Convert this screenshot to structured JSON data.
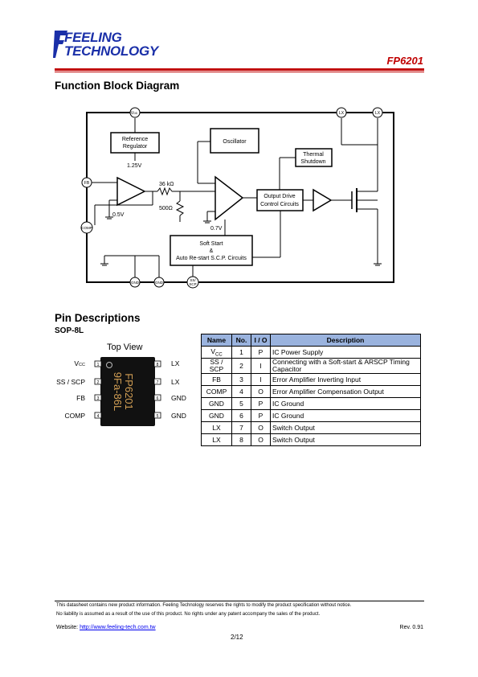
{
  "header": {
    "logo_line1": "FEELING",
    "logo_line2": "TECHNOLOGY",
    "part_number": "FP6201",
    "brand_color": "#1a2fa8",
    "accent_color": "#c00000"
  },
  "block_diagram": {
    "title": "Function Block Diagram",
    "pins": {
      "vdd": "V",
      "vdd_sub": "DD",
      "lx1": "LX",
      "lx2": "LX",
      "fb": "FB",
      "comp": "COMP",
      "gnd1": "GND",
      "gnd2": "GND",
      "ss1": "SS/",
      "ss2": "SCP"
    },
    "blocks": {
      "reference_regulator_1": "Reference",
      "reference_regulator_2": "Regulator",
      "oscillator": "Oscillator",
      "thermal_1": "Thermal",
      "thermal_2": "Shutdown",
      "output_drive_1": "Output Drive",
      "output_drive_2": "Control Circuits",
      "soft_start_1": "Soft Start",
      "soft_start_2": "&",
      "soft_start_3": "Auto Re-start S.C.P. Circuits"
    },
    "labels": {
      "vref": "1.25V",
      "r1": "36 kΩ",
      "r2": "500Ω",
      "v05": "0.5V",
      "v07": "0.7V"
    }
  },
  "pin_descriptions": {
    "title": "Pin Descriptions",
    "package": "SOP-8L",
    "top_view": "Top View",
    "chip_marking_1": "FP6201",
    "chip_marking_2": "9Fa-86L",
    "left_pins": [
      {
        "label": "V",
        "sub": "CC",
        "num": "1"
      },
      {
        "label": "SS / SCP",
        "num": "2"
      },
      {
        "label": "FB",
        "num": "3"
      },
      {
        "label": "COMP",
        "num": "4"
      }
    ],
    "right_pins": [
      {
        "label": "LX",
        "num": "8"
      },
      {
        "label": "LX",
        "num": "7"
      },
      {
        "label": "GND",
        "num": "6"
      },
      {
        "label": "GND",
        "num": "5"
      }
    ],
    "table": {
      "headers": [
        "Name",
        "No.",
        "I / O",
        "Description"
      ],
      "header_color": "#9ab3de",
      "rows": [
        {
          "name": "V",
          "name_sub": "CC",
          "no": "1",
          "io": "P",
          "desc": "IC Power Supply"
        },
        {
          "name": "SS / SCP",
          "no": "2",
          "io": "I",
          "desc": "Connecting with a Soft-start & ARSCP Timing Capacitor"
        },
        {
          "name": "FB",
          "no": "3",
          "io": "I",
          "desc": "Error Amplifier Inverting Input"
        },
        {
          "name": "COMP",
          "no": "4",
          "io": "O",
          "desc": "Error Amplifier Compensation Output"
        },
        {
          "name": "GND",
          "no": "5",
          "io": "P",
          "desc": "IC Ground"
        },
        {
          "name": "GND",
          "no": "6",
          "io": "P",
          "desc": "IC Ground"
        },
        {
          "name": "LX",
          "no": "7",
          "io": "O",
          "desc": "Switch Output"
        },
        {
          "name": "LX",
          "no": "8",
          "io": "O",
          "desc": "Switch Output"
        }
      ]
    }
  },
  "footer": {
    "notice1": "This datasheet contains new product information.   Feeling Technology reserves the rights to modify the product specification without notice.",
    "notice2": "No liability is assumed as a result of the use of this product. No rights under any patent accompany the sales of the product.",
    "website_label": "Website: ",
    "website_url": "http://www.feeling-tech.com.tw",
    "revision": "Rev. 0.91",
    "page": "2/12"
  }
}
